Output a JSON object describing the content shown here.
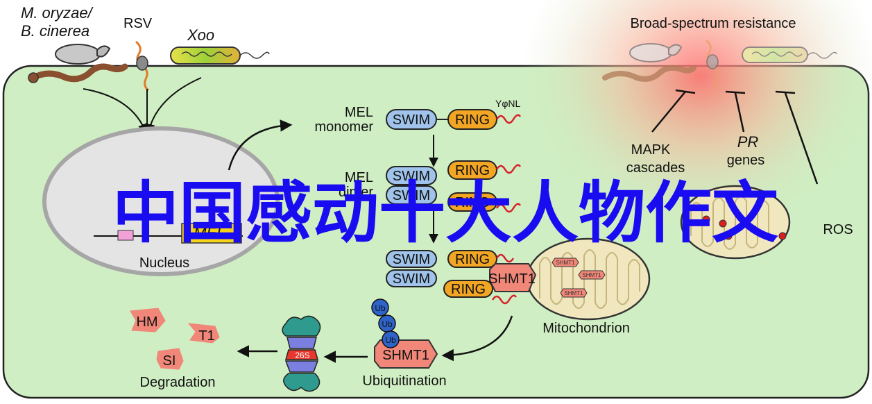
{
  "pathogens": {
    "fungi_line1": "M. oryzae/",
    "fungi_line2": "B. cinerea",
    "virus": "RSV",
    "bacteria": "Xoo"
  },
  "resistance": {
    "title": "Broad-spectrum resistance",
    "mapk_line1": "MAPK",
    "mapk_line2": "cascades",
    "pr_line1": "PR",
    "pr_line2": "genes",
    "ros": "ROS"
  },
  "mel": {
    "monomer_line1": "MEL",
    "monomer_line2": "monomer",
    "dimer_line1": "MEL",
    "dimer_line2": "dimer",
    "motif": "YφNL",
    "swim": "SWIM",
    "ring": "RING",
    "gene_box": "MEL"
  },
  "compartments": {
    "nucleus": "Nucleus",
    "mitochondrion": "Mitochondrion"
  },
  "shmt": {
    "main": "SHMT1",
    "ubiq": "SHMT1",
    "mito_small": "SHMT1",
    "frag_a": "HM",
    "frag_b": "T1",
    "frag_c": "SI"
  },
  "ub": {
    "label": "Ub"
  },
  "proteasome": {
    "label": "26S"
  },
  "processes": {
    "ubiquitination": "Ubiquitination",
    "degradation": "Degradation"
  },
  "watermark": "中国感动十大人物作文",
  "colors": {
    "cell_fill": "#cfeec3",
    "cell_stroke": "#222222",
    "nucleus_fill": "#e4e4e4",
    "swim_fill": "#9fc3ea",
    "ring_fill": "#f2a623",
    "shmt_fill": "#f08778",
    "ub_fill": "#2e63c9",
    "mito_fill": "#f1e7bf",
    "ros_dot": "#d81f1f",
    "watermark": "#1a0cf0"
  }
}
